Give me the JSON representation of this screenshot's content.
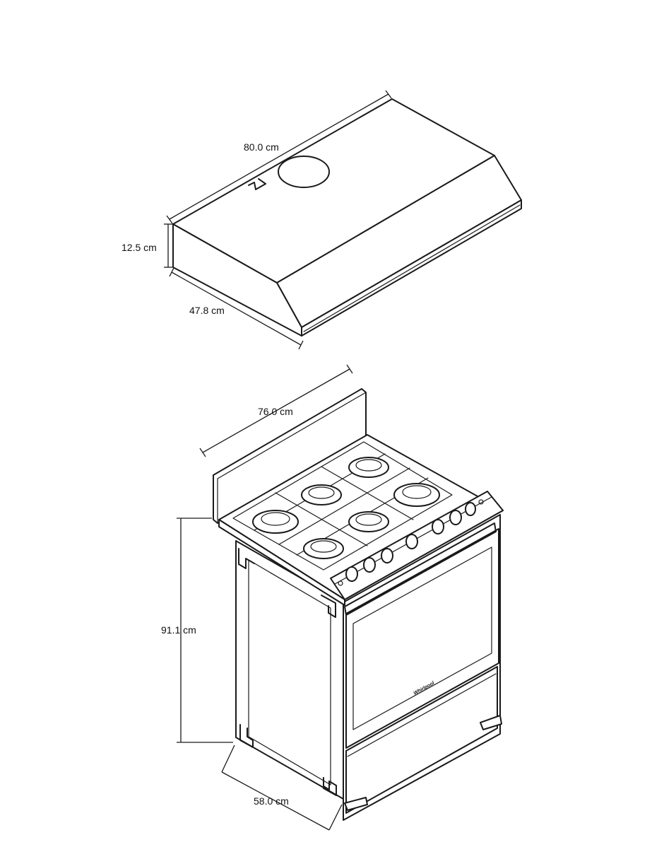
{
  "hood": {
    "width_label": "80.0 cm",
    "height_label": "12.5 cm",
    "depth_label": "47.8 cm"
  },
  "stove": {
    "width_label": "76.0 cm",
    "height_label": "91.1 cm",
    "depth_label": "58.0 cm",
    "brand_mark": "Whirlpool"
  },
  "colors": {
    "line": "#1a1a1a",
    "background": "#ffffff"
  }
}
